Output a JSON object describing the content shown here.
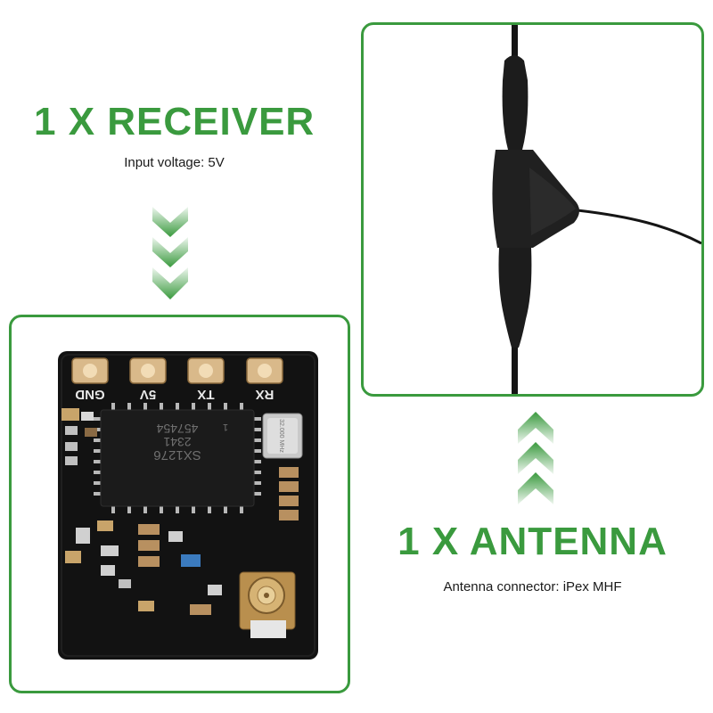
{
  "theme": {
    "accent": "#3a9a3e",
    "title_color": "#3a9a3e",
    "pcb_color": "#121212"
  },
  "receiver": {
    "title": "1 X RECEIVER",
    "caption": "Input voltage: 5V",
    "pads": [
      "GND",
      "5V",
      "TX",
      "RX"
    ],
    "chip_lines": [
      "SX1276",
      "2341",
      "457454",
      "1"
    ],
    "crystal_label": "32.000 MHz",
    "arrow_icon": "chevron-down-icon"
  },
  "antenna": {
    "title": "1 X ANTENNA",
    "caption": "Antenna connector: iPex MHF",
    "arrow_icon": "chevron-up-icon"
  }
}
